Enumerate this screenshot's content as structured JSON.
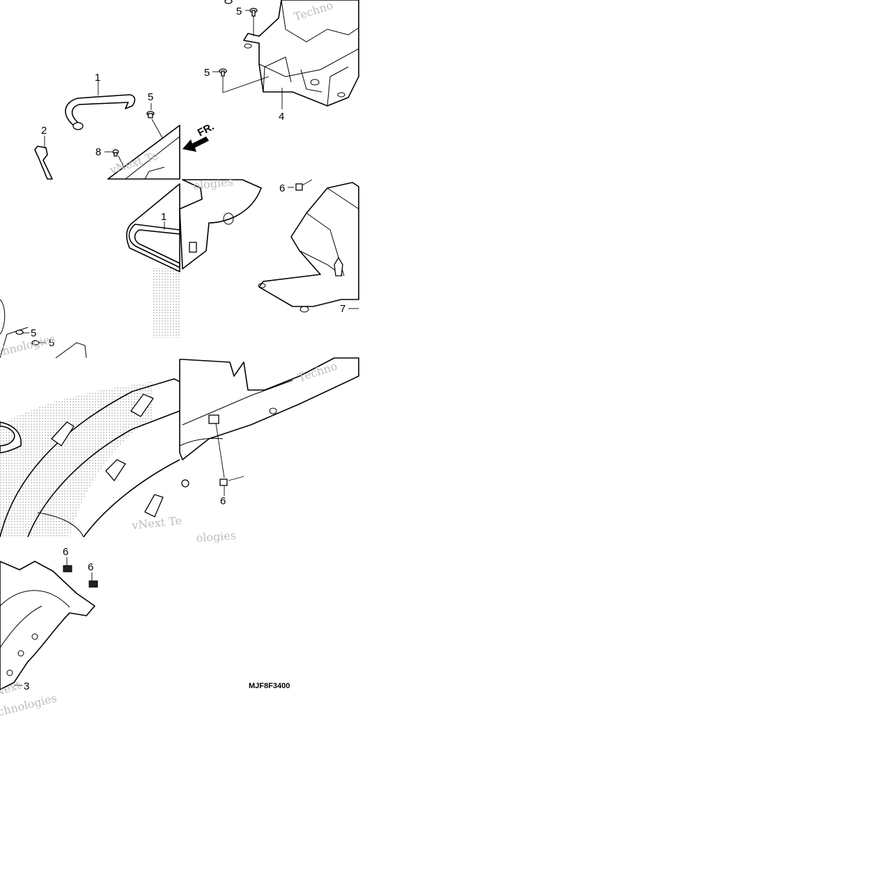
{
  "diagram": {
    "part_code": "MJF8F3400",
    "callouts": {
      "c1a": "1",
      "c1b": "1",
      "c2": "2",
      "c3": "3",
      "c4": "4",
      "c5a": "5",
      "c5b": "5",
      "c5c": "5",
      "c5d": "5",
      "c5e": "5",
      "c6a": "6",
      "c6b": "6",
      "c6c": "6",
      "c6d": "6",
      "c7": "7",
      "c8": "8"
    },
    "front_marker": "FR.",
    "watermark": {
      "w1": "Techno",
      "w2": "vNext Te",
      "w3": "ologies",
      "w4": "chnologies",
      "w5": "Techno",
      "w6": "vNext Te",
      "w7": "ologies",
      "w8": "Next",
      "w9": "chnologies"
    }
  }
}
